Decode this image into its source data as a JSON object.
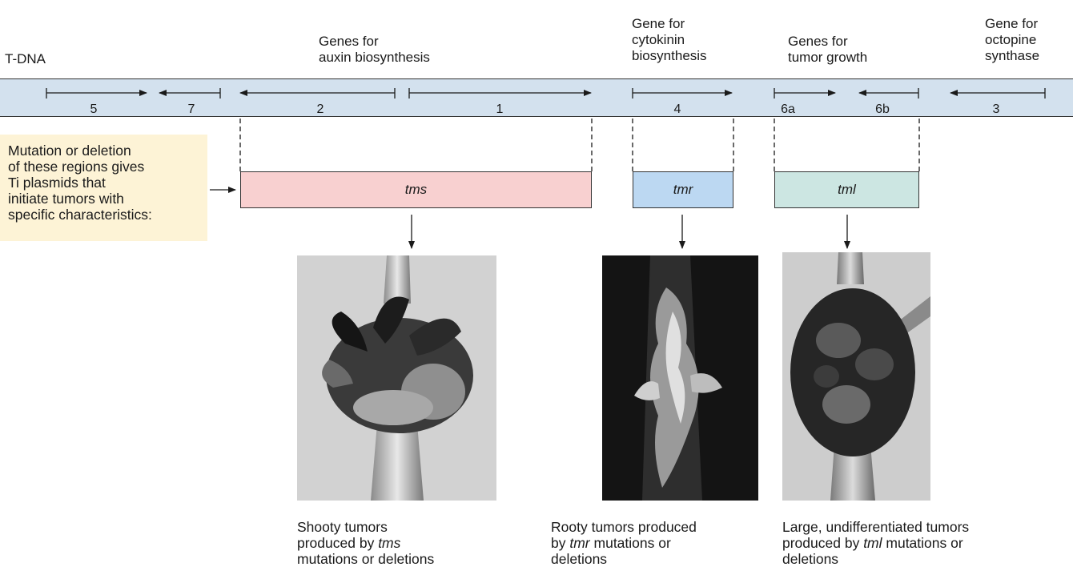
{
  "tdna_label": "T-DNA",
  "headers": {
    "auxin": "Genes for\nauxin biosynthesis",
    "cytokinin": "Gene for\ncytokinin\nbiosynthesis",
    "tumor_growth": "Genes for\ntumor growth",
    "octopine": "Gene for\noctopine\nsynthase"
  },
  "genes": [
    {
      "label": "5",
      "direction": "right"
    },
    {
      "label": "7",
      "direction": "left"
    },
    {
      "label": "2",
      "direction": "left"
    },
    {
      "label": "1",
      "direction": "right"
    },
    {
      "label": "4",
      "direction": "right"
    },
    {
      "label": "6a",
      "direction": "right"
    },
    {
      "label": "6b",
      "direction": "left"
    },
    {
      "label": "3",
      "direction": "left"
    }
  ],
  "note_text": "Mutation or deletion\nof these regions gives\nTi plasmids that\ninitiate tumors with\nspecific characteristics:",
  "regions": [
    {
      "name": "tms",
      "color": "#f8d0d0"
    },
    {
      "name": "tmr",
      "color": "#bcd8f2"
    },
    {
      "name": "tml",
      "color": "#cce6e2"
    }
  ],
  "captions": {
    "tms": {
      "line1": "Shooty tumors",
      "line2_pre": "produced by ",
      "line2_em": "tms",
      "line2_post": "",
      "line3": "mutations or deletions"
    },
    "tmr": {
      "line1": "Rooty tumors produced",
      "line2_pre": "by ",
      "line2_em": "tmr",
      "line2_post": " mutations or",
      "line3": "deletions"
    },
    "tml": {
      "line1": "Large, undifferentiated tumors",
      "line2_pre": "produced by ",
      "line2_em": "tml",
      "line2_post": " mutations or",
      "line3": "deletions"
    }
  },
  "photos": [
    {
      "subject": "shooty-tumor-photo",
      "tone": "#cfcfcf"
    },
    {
      "subject": "rooty-tumor-photo",
      "tone": "#1e1e1e"
    },
    {
      "subject": "large-tumor-photo",
      "tone": "#bdbdbd"
    }
  ]
}
